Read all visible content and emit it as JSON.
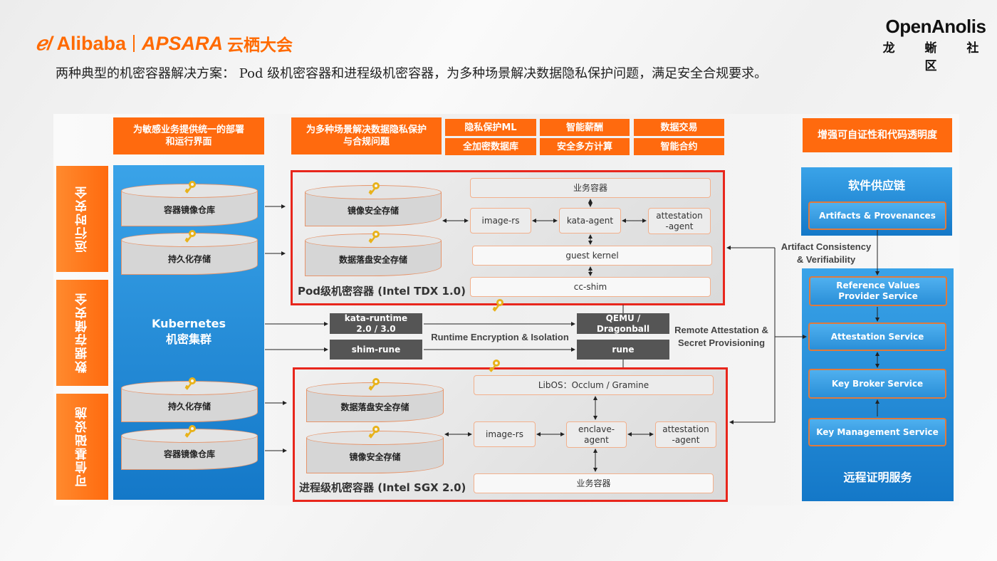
{
  "header": {
    "logo_left": {
      "brand": "Alibaba",
      "product": "APSARA",
      "event": "云栖大会"
    },
    "logo_right": {
      "name": "OpenAnolis",
      "subtitle": "龙 蜥 社 区"
    },
    "intro": "两种典型的机密容器解决方案： Pod 级机密容器和进程级机密容器，为多种场景解决数据隐私保护问题，满足安全合规要求。"
  },
  "colors": {
    "orange": "#ff6a0e",
    "red_border": "#e8261c",
    "blue": "#1f8ad8",
    "dark_box": "#555555"
  },
  "left": {
    "side_labels": [
      "运行时安全",
      "数据存储安全",
      "可信基础设施"
    ],
    "top_banner": "为敏感业务提供统一的部署和运行界面",
    "cluster_title": "Kubernetes",
    "cluster_subtitle": "机密集群",
    "storages": [
      "容器镜像仓库",
      "持久化存储",
      "持久化存储",
      "容器镜像仓库"
    ]
  },
  "center": {
    "top_banner": "为多种场景解决数据隐私保护与合规问题",
    "scenarios": [
      "隐私保护ML",
      "智能薪酬",
      "数据交易",
      "全加密数据库",
      "安全多方计算",
      "智能合约"
    ],
    "pod": {
      "title": "Pod级机密容器 (Intel TDX 1.0)",
      "storages": [
        "镜像安全存储",
        "数据落盘安全存储"
      ],
      "components": {
        "workload": "业务容器",
        "image_rs": "image-rs",
        "agent": "kata-agent",
        "attestation": "attestation -agent",
        "kernel": "guest kernel",
        "shim": "cc-shim"
      }
    },
    "runtime": {
      "kata_runtime": "kata-runtime 2.0 / 3.0",
      "shim_rune": "shim-rune",
      "qemu": "QEMU / Dragonball",
      "rune": "rune",
      "label": "Runtime Encryption & Isolation",
      "remote_label": "Remote Attestation & Secret Provisioning"
    },
    "process": {
      "title": "进程级机密容器 (Intel SGX 2.0)",
      "storages": [
        "数据落盘安全存储",
        "镜像安全存储"
      ],
      "components": {
        "libos": "LibOS：Occlum / Gramine",
        "image_rs": "image-rs",
        "agent": "enclave- agent",
        "attestation": "attestation -agent",
        "workload": "业务容器"
      }
    }
  },
  "right": {
    "top_banner": "增强可自证性和代码透明度",
    "supply_chain_title": "软件供应链",
    "artifacts": "Artifacts & Provenances",
    "consistency_label": "Artifact Consistency & Verifiability",
    "services": [
      "Reference Values Provider Service",
      "Attestation Service",
      "Key Broker Service",
      "Key Management Service"
    ],
    "attestation_title": "远程证明服务"
  }
}
